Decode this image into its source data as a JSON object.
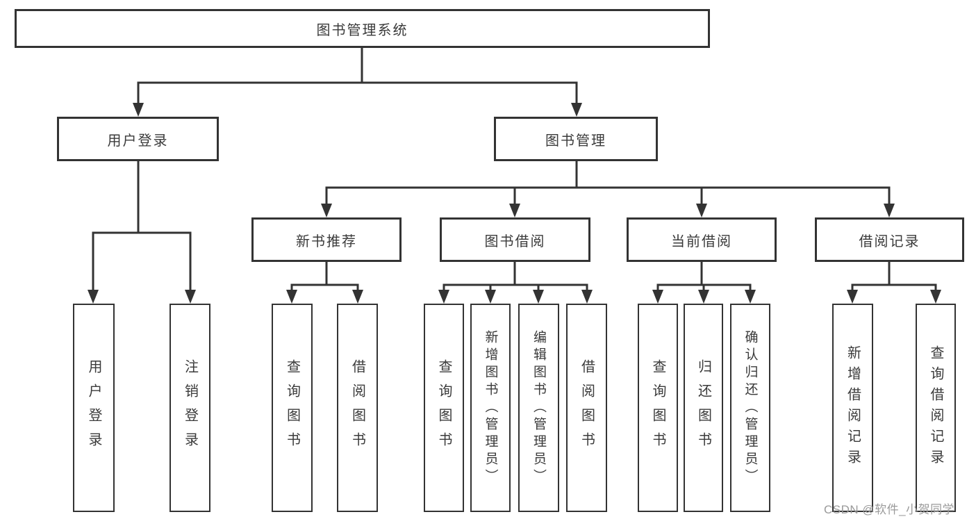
{
  "diagram_title": "图书管理系统",
  "colors": {
    "line": "#333333",
    "text": "#3a3a3a",
    "watermark": "#9a9a9a"
  },
  "nodes": {
    "root": {
      "label": "图书管理系统"
    },
    "user_login": {
      "label": "用户登录",
      "parent": "图书管理系统"
    },
    "book_mgmt": {
      "label": "图书管理",
      "parent": "图书管理系统"
    },
    "new_books": {
      "label": "新书推荐",
      "parent": "图书管理"
    },
    "book_borrow": {
      "label": "图书借阅",
      "parent": "图书管理"
    },
    "current_borrow": {
      "label": "当前借阅",
      "parent": "图书管理"
    },
    "borrow_records": {
      "label": "借阅记录",
      "parent": "图书管理"
    }
  },
  "leaves": [
    {
      "label": "用户登录",
      "parent": "用户登录"
    },
    {
      "label": "注销登录",
      "parent": "用户登录"
    },
    {
      "label": "查询图书",
      "parent": "新书推荐"
    },
    {
      "label": "借阅图书",
      "parent": "新书推荐"
    },
    {
      "label": "查询图书",
      "parent": "图书借阅"
    },
    {
      "label": "新增图书（管理员）",
      "parent": "图书借阅"
    },
    {
      "label": "编辑图书（管理员）",
      "parent": "图书借阅"
    },
    {
      "label": "借阅图书",
      "parent": "图书借阅"
    },
    {
      "label": "查询图书",
      "parent": "当前借阅"
    },
    {
      "label": "归还图书",
      "parent": "当前借阅"
    },
    {
      "label": "确认归还（管理员）",
      "parent": "当前借阅"
    },
    {
      "label": "新增借阅记录",
      "parent": "借阅记录"
    },
    {
      "label": "查询借阅记录",
      "parent": "借阅记录"
    }
  ],
  "watermark": "CSDN @软件_小贺同学"
}
